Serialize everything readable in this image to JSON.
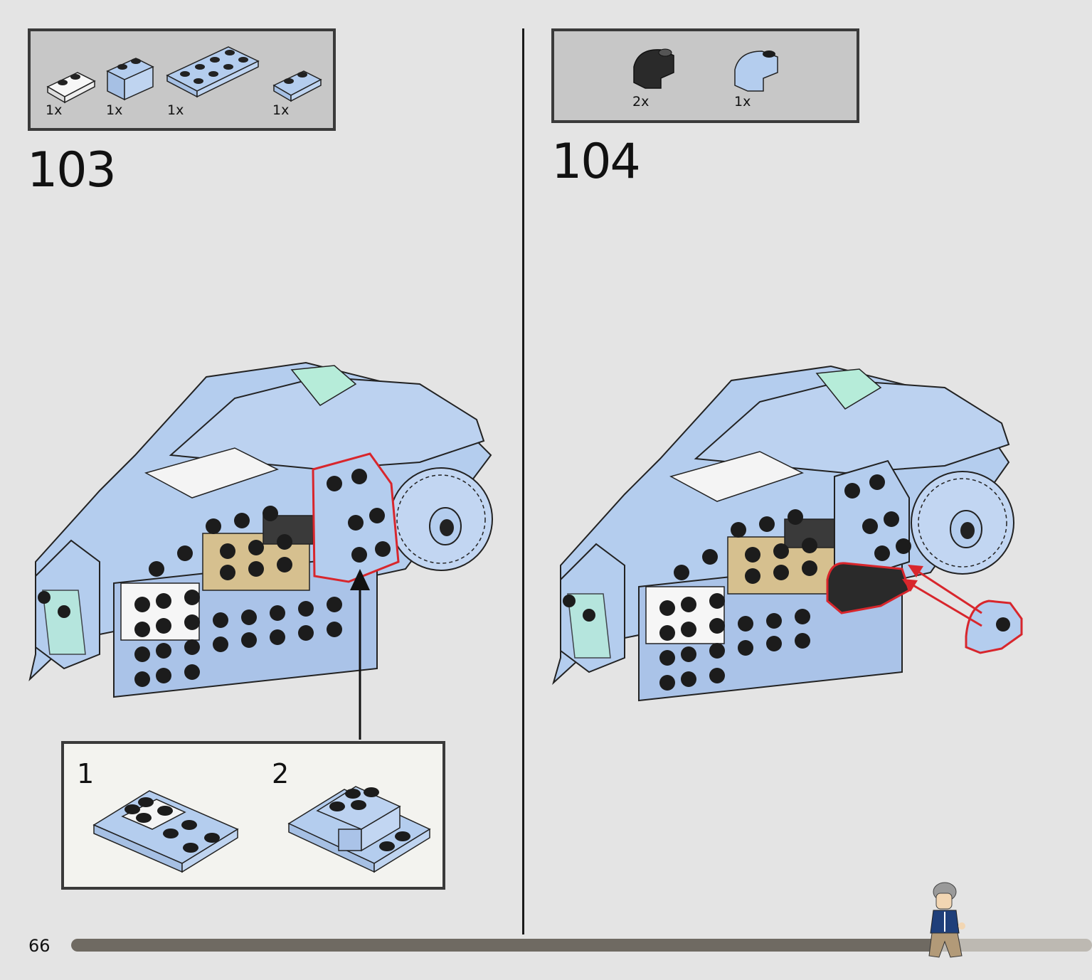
{
  "page": {
    "number": "66",
    "progress": 0.85
  },
  "steps": [
    {
      "number": "103",
      "parts": [
        {
          "qty": "1x",
          "name": "white 1x2 plate"
        },
        {
          "qty": "1x",
          "name": "light blue 1x2 brick"
        },
        {
          "qty": "1x",
          "name": "light blue 2x4 plate"
        },
        {
          "qty": "1x",
          "name": "light blue 1x2 plate"
        }
      ],
      "callout": {
        "sub_steps": [
          "1",
          "2"
        ]
      }
    },
    {
      "number": "104",
      "parts": [
        {
          "qty": "2x",
          "name": "black curved slope"
        },
        {
          "qty": "1x",
          "name": "light blue curved slope"
        }
      ]
    }
  ],
  "colors": {
    "brick_blue": "#b4cdee",
    "highlight_red": "#d8262c",
    "tan": "#d6c08f",
    "trans_green": "#b6ecd9"
  }
}
